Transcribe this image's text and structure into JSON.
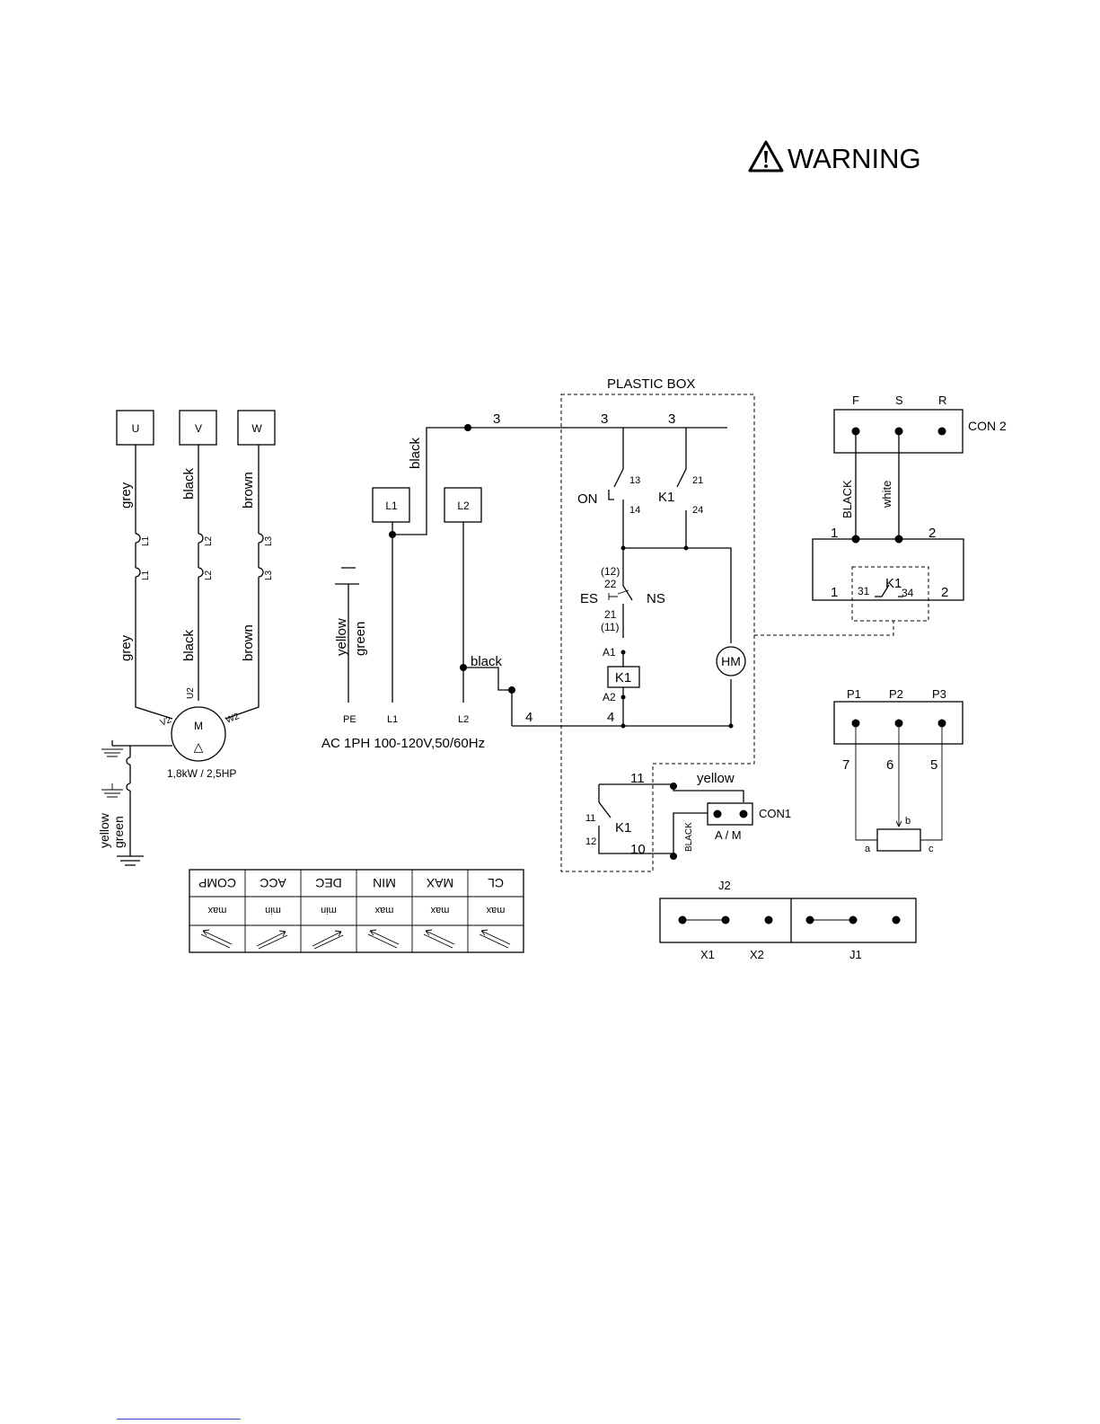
{
  "warning": {
    "label": "WARNING",
    "icon": "warning-triangle-icon"
  },
  "plastic_box": {
    "title": "PLASTIC BOX"
  },
  "motor": {
    "terminals": [
      "U",
      "V",
      "W"
    ],
    "wire_colors_top": [
      "grey",
      "black",
      "brown"
    ],
    "wire_colors_bottom": [
      "grey",
      "black",
      "brown"
    ],
    "connectors_upper": [
      "L1",
      "L2",
      "L3"
    ],
    "connectors_lower": [
      "L1",
      "L2",
      "L3"
    ],
    "winding_labels": [
      "V2",
      "U2",
      "W2"
    ],
    "symbol_letter": "M",
    "symbol_triangle": "△",
    "rating": "1,8kW / 2,5HP",
    "ground_wire": [
      "yellow",
      "green"
    ]
  },
  "supply": {
    "pe_wire": [
      "yellow",
      "green"
    ],
    "l1_box": "L1",
    "l2_box": "L2",
    "wire_black_l1": "black",
    "wire_black_l2": "black",
    "bottom_labels": [
      "PE",
      "L1",
      "L2"
    ],
    "spec": "AC 1PH 100-120V,50/60Hz"
  },
  "control": {
    "node_3": [
      "3",
      "3",
      "3"
    ],
    "on_label": "ON",
    "on_contacts": [
      "13",
      "14"
    ],
    "k1_label": "K1",
    "k1_contacts": [
      "21",
      "24"
    ],
    "es_upper": [
      "(12)",
      "22"
    ],
    "es_lower": [
      "21",
      "(11)"
    ],
    "es_label": "ES",
    "ns_label": "NS",
    "coil_a1": "A1",
    "coil_a2": "A2",
    "coil_label": "K1",
    "hm_label": "HM",
    "node_4": [
      "4",
      "4"
    ]
  },
  "aux": {
    "node_11": "11",
    "wire_yellow": "yellow",
    "k1_label": "K1",
    "k1_contacts": [
      "11",
      "12"
    ],
    "node_10": "10",
    "wire_black": "BLACK",
    "am_label": "A / M",
    "con1_label": "CON1"
  },
  "con2": {
    "pins": [
      "F",
      "S",
      "R"
    ],
    "label": "CON 2",
    "wire_left": "BLACK",
    "wire_right": "white",
    "relay_top": [
      "1",
      "2"
    ],
    "relay_bottom": [
      "1",
      "2"
    ],
    "k1_contacts": [
      "31",
      "34"
    ],
    "k1_label": "K1"
  },
  "pot": {
    "pins": [
      "P1",
      "P2",
      "P3"
    ],
    "numbers": [
      "7",
      "6",
      "5"
    ],
    "ends": [
      "a",
      "b",
      "c"
    ]
  },
  "jumper": {
    "top_label": "J2",
    "bottom_labels": [
      "X1",
      "X2",
      "J1"
    ]
  },
  "trim_table": {
    "headers": [
      "COMP",
      "ACC",
      "DEC",
      "MIN",
      "MAX",
      "CL"
    ],
    "settings": [
      "max",
      "min",
      "min",
      "max",
      "max",
      "max"
    ]
  }
}
